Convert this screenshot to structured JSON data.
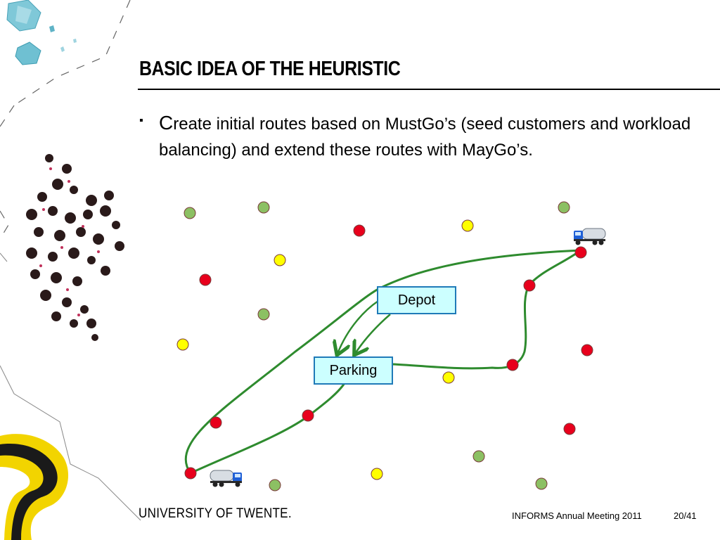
{
  "slide": {
    "title": "BASIC IDEA OF THE HEURISTIC",
    "bullet_first_letter": "C",
    "bullet_rest": "reate initial routes based on MustGo’s (seed customers and workload balancing) and extend these routes with MayGo’s."
  },
  "diagram": {
    "depot_label": "Depot",
    "parking_label": "Parking",
    "customer_types": {
      "red": "#e8001c",
      "yellow": "#ffff00",
      "green": "#8cc063"
    },
    "route_color": "#2e8b2e",
    "icons": [
      "truck-icon",
      "truck-icon"
    ]
  },
  "footer": {
    "logo": "UNIVERSITY OF TWENTE.",
    "conference": "INFORMS Annual Meeting 2011",
    "page": "20/41"
  }
}
